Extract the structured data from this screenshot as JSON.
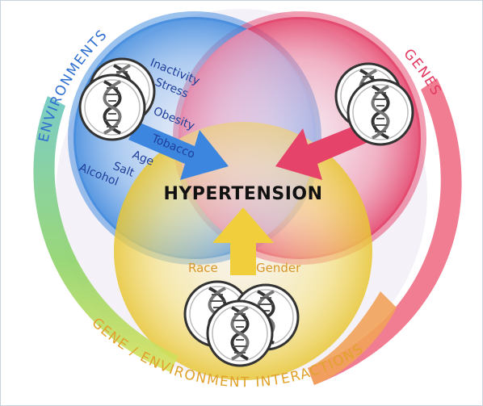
{
  "diagram": {
    "center_label": "HYPERTENSION",
    "environments": {
      "title": "ENVIRONMENTS",
      "color": "#2f6fd0",
      "factors": [
        "Inactivity",
        "Stress",
        "Obesity",
        "Tobacco",
        "Age",
        "Salt",
        "Alcohol"
      ]
    },
    "genes": {
      "title": "GENES",
      "color": "#e23a63"
    },
    "interactions": {
      "title": "GENE / ENVIRONMENT INTERACTIONS",
      "color": "#e0a22c",
      "factors": [
        "Race",
        "Gender"
      ]
    },
    "icons": [
      "dna-cell-icon"
    ]
  }
}
